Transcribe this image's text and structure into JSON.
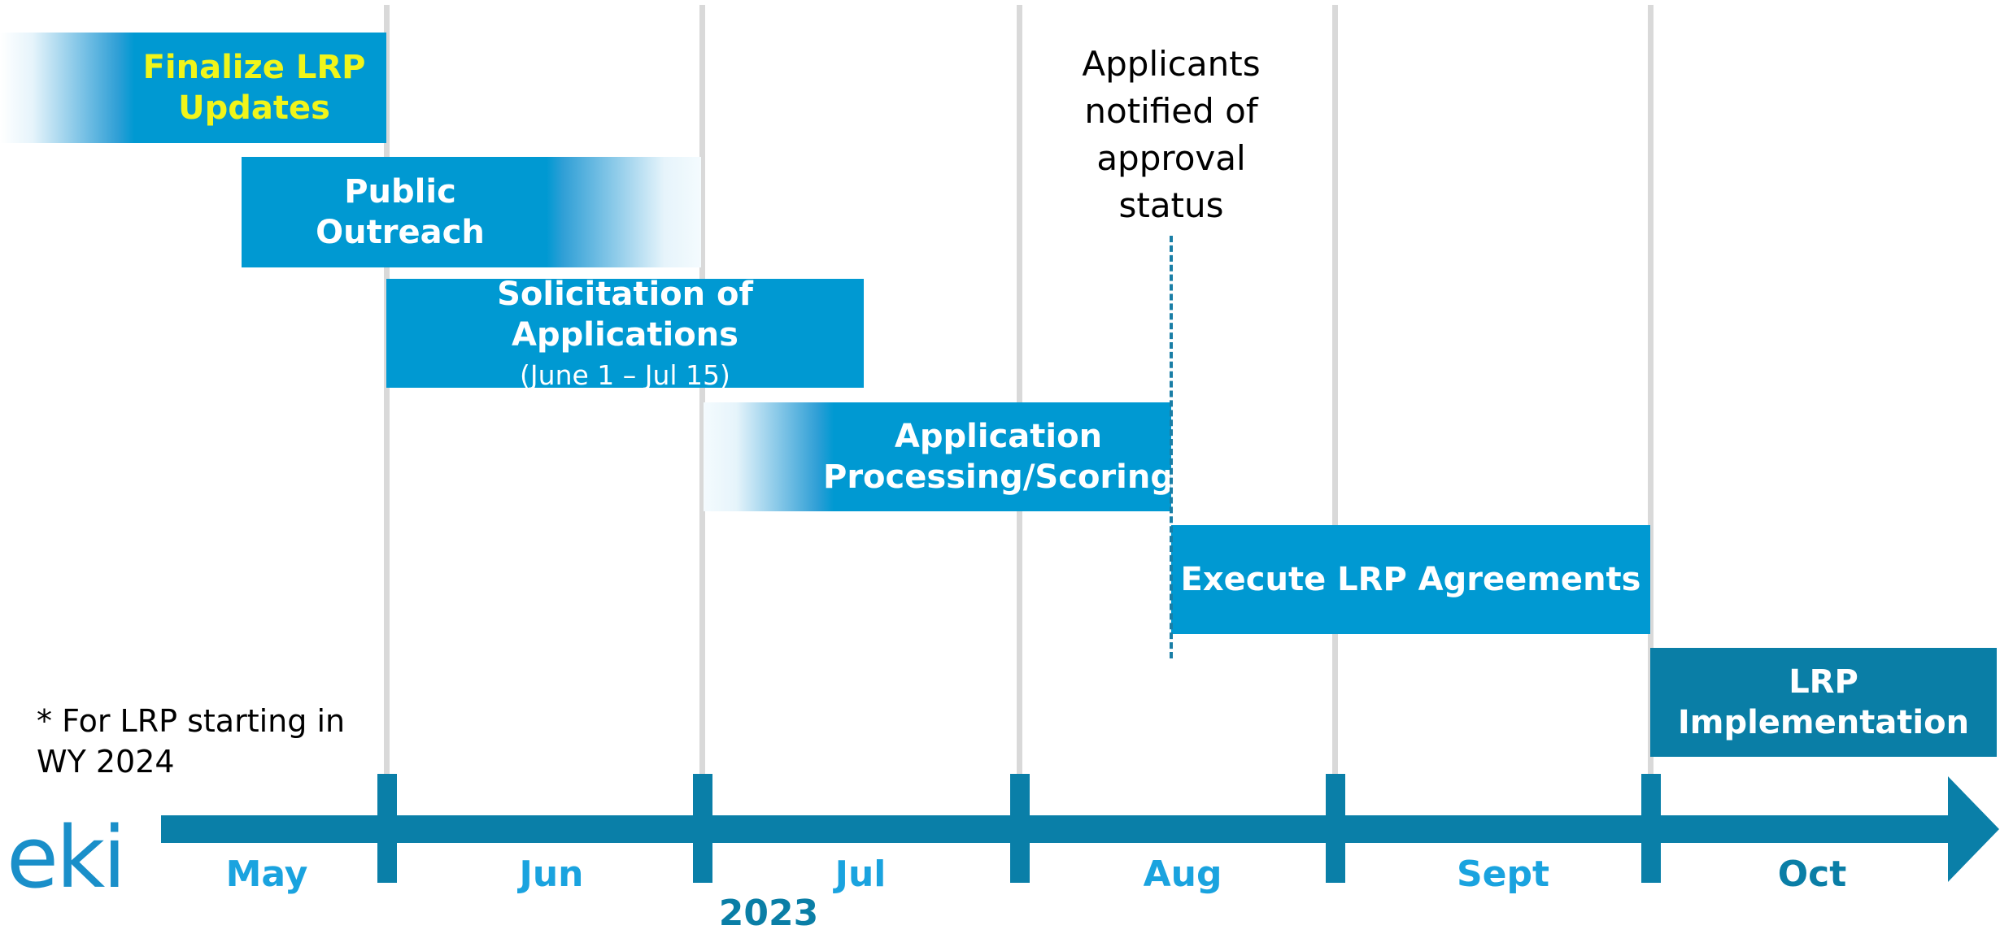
{
  "colors": {
    "bar": "#0099d2",
    "bar_dark": "#0a7ea6",
    "axis": "#0a7fa8",
    "month_light": "#1aa3df",
    "highlight_text": "#f0f51a",
    "gridline": "#d9d9d9"
  },
  "tasks": [
    {
      "id": "finalize",
      "lines": [
        "Finalize LRP",
        "Updates"
      ]
    },
    {
      "id": "outreach",
      "lines": [
        "Public",
        "Outreach"
      ]
    },
    {
      "id": "solicitation",
      "lines": [
        "Solicitation of Applications"
      ],
      "sub": "(June 1 – Jul 15)"
    },
    {
      "id": "processing",
      "lines": [
        "Application",
        "Processing/Scoring"
      ]
    },
    {
      "id": "execute",
      "lines": [
        "Execute LRP Agreements"
      ]
    },
    {
      "id": "implementation",
      "lines": [
        "LRP",
        "Implementation"
      ]
    }
  ],
  "milestone": {
    "lines": [
      "Applicants",
      "notified of",
      "approval",
      "status"
    ]
  },
  "footnote": {
    "lines": [
      "* For LRP starting in",
      "WY 2024"
    ]
  },
  "months": [
    "May",
    "Jun",
    "Jul",
    "Aug",
    "Sept",
    "Oct"
  ],
  "year": "2023",
  "logo": {
    "text": "eki"
  }
}
